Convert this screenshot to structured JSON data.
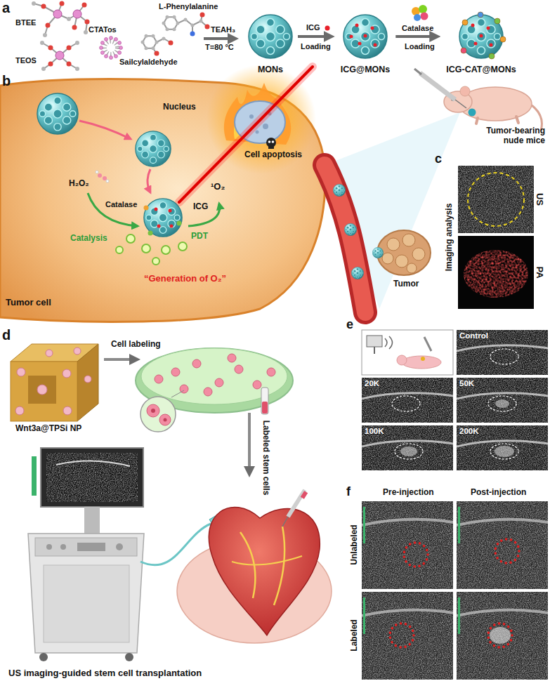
{
  "diagram": {
    "nodes": [
      {
        "text": [
          "MONs"
        ]
      },
      {
        "text": [
          "ICG@MONs"
        ]
      },
      {
        "text": [
          "ICG-CAT@MONs"
        ]
      },
      {
        "text": [
          "US"
        ]
      },
      {
        "text": [
          "PA"
        ]
      },
      {
        "text": [
          "Control"
        ]
      },
      {
        "text": [
          "20K"
        ]
      },
      {
        "text": [
          "50K"
        ]
      },
      {
        "text": [
          "100K"
        ]
      },
      {
        "text": [
          "200K"
        ]
      }
    ],
    "edges": [
      {
        "from": 0,
        "to": 1,
        "arrow": "to"
      },
      {
        "from": 1,
        "to": 2,
        "arrow": "to"
      }
    ],
    "labels": [
      "a",
      "BTEE",
      "L-Phenylalanine",
      "CTATos",
      "TEOS",
      "Sailcylaldehyde",
      "TEAH₃",
      "T=80 °C",
      "ICG",
      "Loading",
      "Catalase",
      "Loading",
      "b",
      "Nucleus",
      "Cell apoptosis",
      "H₂O₂",
      "Catalase",
      "ICG",
      "Catalysis",
      "PDT",
      "¹O₂",
      "“Generation of O₂”",
      "Tumor cell",
      "Tumor",
      "Tumor-bearing nude mice",
      "c",
      "Imaging analysis",
      "d",
      "Cell labeling",
      "Wnt3a@TPSi NP",
      "Labeled stem cells",
      "US imaging-guided stem cell transplantation",
      "e",
      "f",
      "Pre-injection",
      "Post-injection",
      "Unlabeled",
      "Labeled"
    ]
  }
}
